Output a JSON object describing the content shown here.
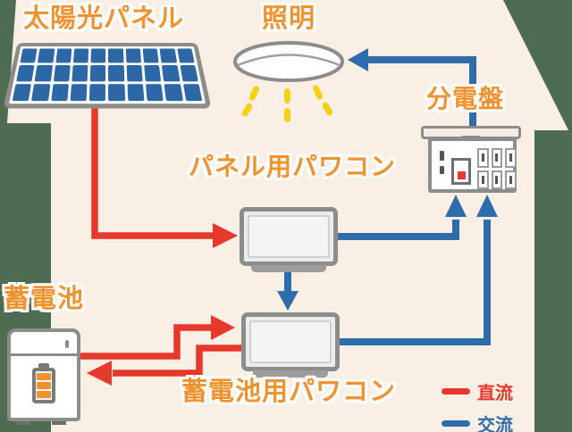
{
  "diagram": {
    "title_context": "home solar power system wiring diagram",
    "labels": {
      "solar_panel": "太陽光パネル",
      "lighting": "照明",
      "distribution_board": "分電盤",
      "panel_inverter": "パネル用パワコン",
      "battery": "蓄電池",
      "battery_inverter": "蓄電池用パワコン"
    },
    "legend": {
      "dc": {
        "label": "直流",
        "color": "#e6392b"
      },
      "ac": {
        "label": "交流",
        "color": "#2f6cac"
      }
    },
    "colors": {
      "bg": "#4d6c52",
      "house": "#faefe4",
      "accent": "#f0922d",
      "dc": "#e6392b",
      "ac": "#2f6cac",
      "cell": "#2d68a6",
      "gray": "#8c8c8c",
      "yellow": "#f5d116"
    },
    "solar_panel": {
      "rows": 3,
      "cols": 10
    },
    "board": {
      "slot_rows": 2,
      "slot_cols": 3
    },
    "connections": [
      {
        "from": "太陽光パネル",
        "to": "パネル用パワコン",
        "type": "直流"
      },
      {
        "from": "パネル用パワコン",
        "to": "分電盤",
        "type": "交流"
      },
      {
        "from": "パネル用パワコン",
        "to": "蓄電池用パワコン",
        "type": "交流"
      },
      {
        "from": "蓄電池",
        "to": "蓄電池用パワコン",
        "type": "直流"
      },
      {
        "from": "蓄電池用パワコン",
        "to": "蓄電池",
        "type": "直流"
      },
      {
        "from": "蓄電池用パワコン",
        "to": "分電盤",
        "type": "交流"
      },
      {
        "from": "分電盤",
        "to": "照明",
        "type": "交流"
      }
    ]
  }
}
